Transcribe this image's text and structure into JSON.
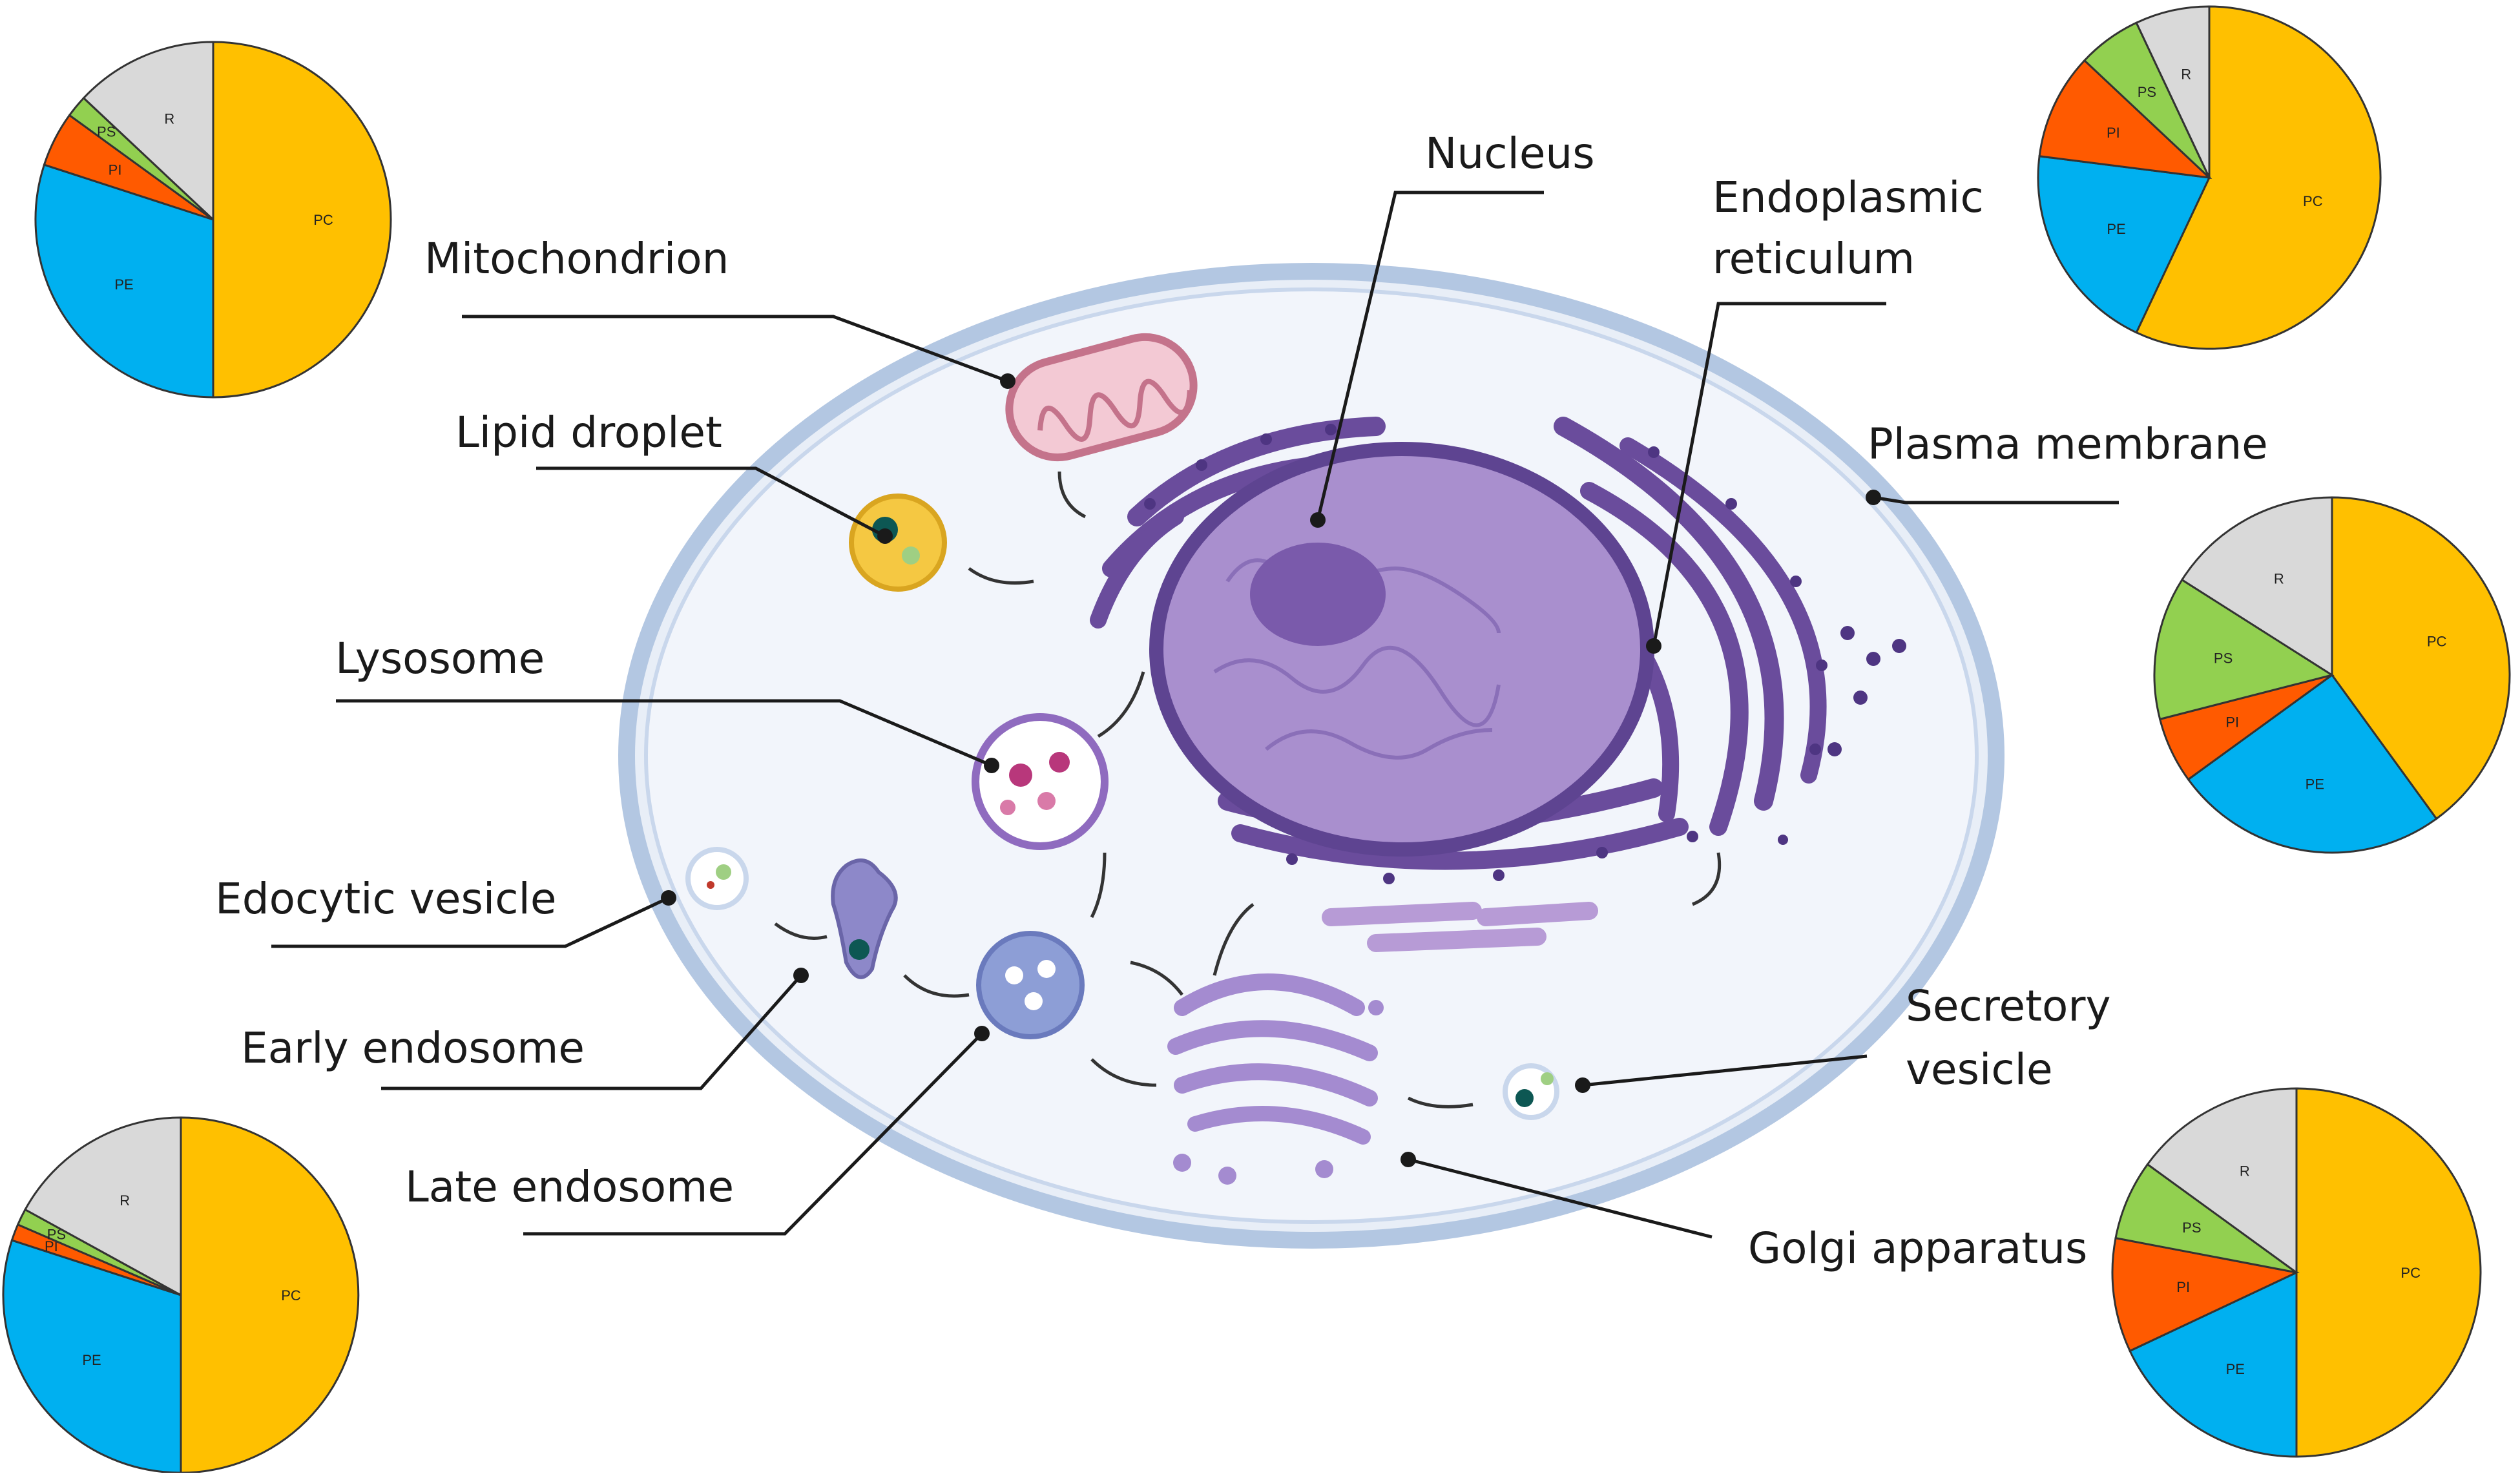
{
  "labels": {
    "nucleus": "Nucleus",
    "er_line1": "Endoplasmic",
    "er_line2": "reticulum",
    "mitochondrion": "Mitochondrion",
    "lipid_droplet": "Lipid droplet",
    "plasma_membrane": "Plasma membrane",
    "lysosome": "Lysosome",
    "endocytic_vesicle": "Edocytic vesicle",
    "early_endosome": "Early endosome",
    "late_endosome": "Late endosome",
    "secretory_line1": "Secretory",
    "secretory_line2": "vesicle",
    "golgi": "Golgi apparatus"
  },
  "colors": {
    "PC": "#FFC000",
    "PE": "#00B0F0",
    "PI": "#FF5A00",
    "PS": "#92D050",
    "R": "#D9D9D9"
  },
  "chart_data": [
    {
      "type": "pie",
      "organelle": "Mitochondrion",
      "position": "top-left",
      "slices": [
        {
          "label": "PC",
          "value": 50
        },
        {
          "label": "PE",
          "value": 30
        },
        {
          "label": "PI",
          "value": 5
        },
        {
          "label": "PS",
          "value": 2
        },
        {
          "label": "R",
          "value": 13
        }
      ]
    },
    {
      "type": "pie",
      "organelle": "Endoplasmic reticulum",
      "position": "top-right",
      "slices": [
        {
          "label": "PC",
          "value": 57
        },
        {
          "label": "PE",
          "value": 20
        },
        {
          "label": "PI",
          "value": 10
        },
        {
          "label": "PS",
          "value": 6
        },
        {
          "label": "R",
          "value": 7
        }
      ]
    },
    {
      "type": "pie",
      "organelle": "Plasma membrane",
      "position": "middle-right",
      "slices": [
        {
          "label": "PC",
          "value": 40
        },
        {
          "label": "PE",
          "value": 25
        },
        {
          "label": "PI",
          "value": 6
        },
        {
          "label": "PS",
          "value": 13
        },
        {
          "label": "R",
          "value": 16
        }
      ]
    },
    {
      "type": "pie",
      "organelle": "Endosome",
      "position": "bottom-left",
      "slices": [
        {
          "label": "PC",
          "value": 50
        },
        {
          "label": "PE",
          "value": 30
        },
        {
          "label": "PI",
          "value": 1.5
        },
        {
          "label": "PS",
          "value": 1.5
        },
        {
          "label": "R",
          "value": 17
        }
      ]
    },
    {
      "type": "pie",
      "organelle": "Golgi apparatus",
      "position": "bottom-right",
      "slices": [
        {
          "label": "PC",
          "value": 50
        },
        {
          "label": "PE",
          "value": 18
        },
        {
          "label": "PI",
          "value": 10
        },
        {
          "label": "PS",
          "value": 7
        },
        {
          "label": "R",
          "value": 15
        }
      ]
    }
  ]
}
